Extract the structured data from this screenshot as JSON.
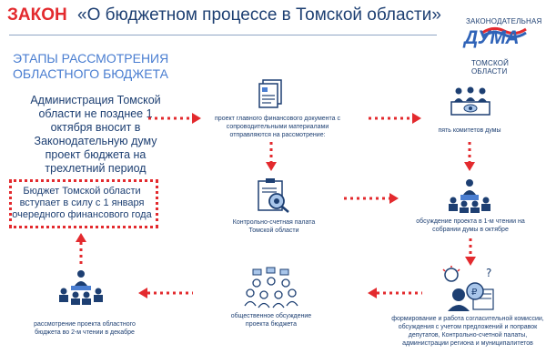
{
  "header": {
    "title_prefix": "ЗАКОН",
    "title_main": "«О бюджетном процессе в Томской области»",
    "subtitle": "Этапы рассмотрения областного бюджета"
  },
  "logo": {
    "top": "ЗАКОНОДАТЕЛЬНАЯ",
    "word": "ДУМА",
    "bottom": "ТОМСКОЙ ОБЛАСТИ"
  },
  "steps": {
    "administration": "Администрация Томской области не позднее 1 октября вносит в Законодательную думу проект бюджета на трехлетний период",
    "project_document": "проект главного финансового документа с сопроводительными материалами отправляются на рассмотрение:",
    "committees": "пять комитетов думы",
    "audit_chamber": "Контрольно-счетная палата Томской области",
    "first_reading": "обсуждение проекта в 1-м чтении на собрании думы в октябре",
    "conciliation": "формирование и работа согласительной комиссии, обсуждения с учетом предложений и поправок депутатов, Контрольно-счетной палаты, администрации региона и муниципалитетов",
    "public_discussion": "общественное обсуждение проекта бюджета",
    "second_reading": "рассмотрение проекта областного бюджета во 2-м чтении в декабре",
    "result": "Бюджет Томской области вступает в силу с 1 января очередного финансового года"
  },
  "colors": {
    "accent_red": "#e32a2e",
    "navy": "#1d3f72",
    "blue": "#4a7ed1",
    "light_blue": "#a9c6ea"
  },
  "icons": [
    "document-icon",
    "committee-icon",
    "magnifier-clipboard-icon",
    "meeting-icon",
    "thinking-person-icon",
    "public-group-icon",
    "presentation-meeting-icon"
  ]
}
